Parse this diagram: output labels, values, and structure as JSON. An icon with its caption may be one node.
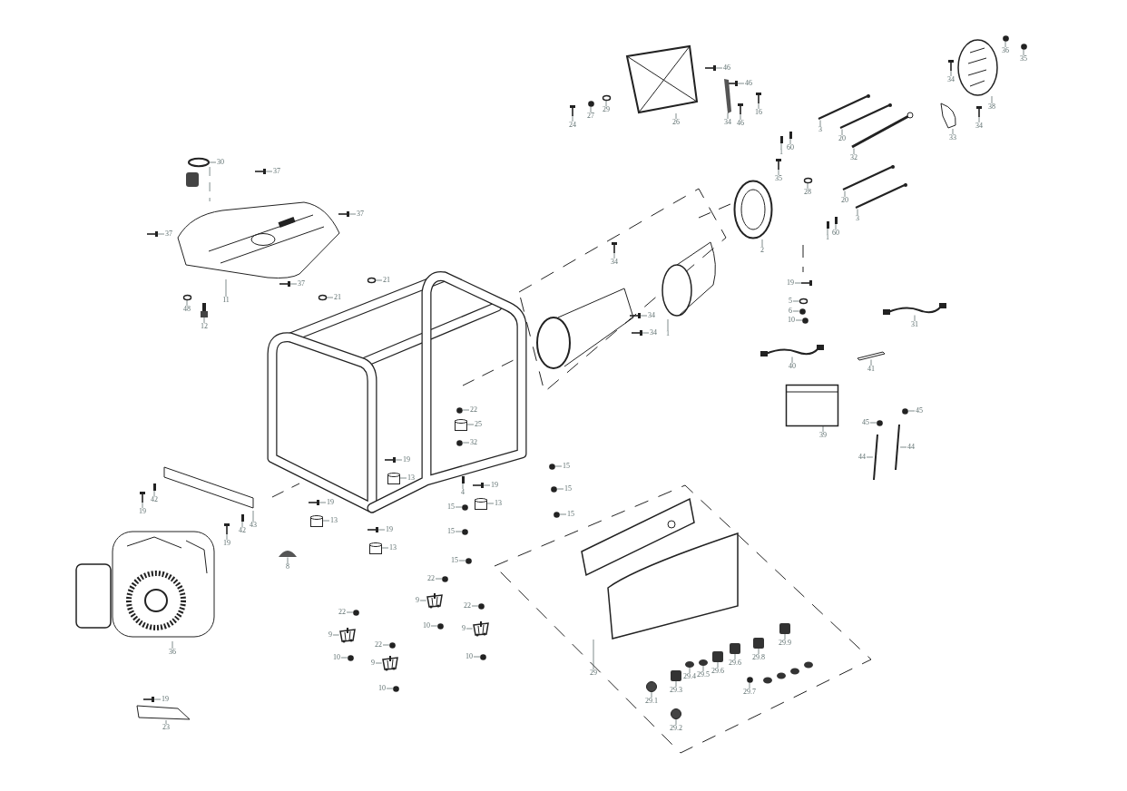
{
  "diagram": {
    "nodes": [
      {
        "text": [
          "24"
        ]
      },
      {
        "text": [
          "27"
        ]
      },
      {
        "text": [
          "29"
        ]
      },
      {
        "text": [
          "26"
        ]
      },
      {
        "text": [
          "46"
        ]
      },
      {
        "text": [
          "46"
        ]
      },
      {
        "text": [
          "34"
        ]
      },
      {
        "text": [
          "46"
        ]
      },
      {
        "text": [
          "16"
        ]
      },
      {
        "text": [
          "36"
        ]
      },
      {
        "text": [
          "35"
        ]
      },
      {
        "text": [
          "34"
        ]
      },
      {
        "text": [
          "38"
        ]
      },
      {
        "text": [
          "34"
        ]
      },
      {
        "text": [
          "33"
        ]
      },
      {
        "text": [
          "3"
        ]
      },
      {
        "text": [
          "20"
        ]
      },
      {
        "text": [
          "60"
        ]
      },
      {
        "text": [
          "1"
        ]
      },
      {
        "text": [
          "32"
        ]
      },
      {
        "text": [
          "30"
        ]
      },
      {
        "text": [
          "37"
        ]
      },
      {
        "text": [
          "35"
        ]
      },
      {
        "text": [
          "28"
        ]
      },
      {
        "text": [
          "20"
        ]
      },
      {
        "text": [
          "37"
        ]
      },
      {
        "text": [
          "3"
        ]
      },
      {
        "text": [
          "60"
        ]
      },
      {
        "text": [
          "37"
        ]
      },
      {
        "text": [
          "1"
        ]
      },
      {
        "text": [
          "2"
        ]
      },
      {
        "text": [
          "34"
        ]
      },
      {
        "text": [
          "21"
        ]
      },
      {
        "text": [
          "19"
        ]
      },
      {
        "text": [
          "37"
        ]
      },
      {
        "text": [
          "21"
        ]
      },
      {
        "text": [
          "11"
        ]
      },
      {
        "text": [
          "5"
        ]
      },
      {
        "text": [
          "48"
        ]
      },
      {
        "text": [
          "6"
        ]
      },
      {
        "text": [
          "34"
        ]
      },
      {
        "text": [
          "10"
        ]
      },
      {
        "text": [
          "31"
        ]
      },
      {
        "text": [
          "12"
        ]
      },
      {
        "text": [
          "34"
        ]
      },
      {
        "text": [
          "1"
        ]
      },
      {
        "text": [
          "40"
        ]
      },
      {
        "text": [
          "41"
        ]
      },
      {
        "text": [
          "22"
        ]
      },
      {
        "text": [
          "45"
        ]
      },
      {
        "text": [
          "45"
        ]
      },
      {
        "text": [
          "25"
        ]
      },
      {
        "text": [
          "39"
        ]
      },
      {
        "text": [
          "32"
        ]
      },
      {
        "text": [
          "44"
        ]
      },
      {
        "text": [
          "44"
        ]
      },
      {
        "text": [
          "19"
        ]
      },
      {
        "text": [
          "15"
        ]
      },
      {
        "text": [
          "13"
        ]
      },
      {
        "text": [
          "19"
        ]
      },
      {
        "text": [
          "15"
        ]
      },
      {
        "text": [
          "4"
        ]
      },
      {
        "text": [
          "42"
        ]
      },
      {
        "text": [
          "19"
        ]
      },
      {
        "text": [
          "13"
        ]
      },
      {
        "text": [
          "15"
        ]
      },
      {
        "text": [
          "19"
        ]
      },
      {
        "text": [
          "15"
        ]
      },
      {
        "text": [
          "13"
        ]
      },
      {
        "text": [
          "43"
        ]
      },
      {
        "text": [
          "19"
        ]
      },
      {
        "text": [
          "42"
        ]
      },
      {
        "text": [
          "15"
        ]
      },
      {
        "text": [
          "19"
        ]
      },
      {
        "text": [
          "13"
        ]
      },
      {
        "text": [
          "15"
        ]
      },
      {
        "text": [
          "8"
        ]
      },
      {
        "text": [
          "22"
        ]
      },
      {
        "text": [
          "22"
        ]
      },
      {
        "text": [
          "22"
        ]
      },
      {
        "text": [
          "10"
        ]
      },
      {
        "text": [
          "9"
        ]
      },
      {
        "text": [
          "9"
        ]
      },
      {
        "text": [
          "9"
        ]
      },
      {
        "text": [
          "29.9"
        ]
      },
      {
        "text": [
          "22"
        ]
      },
      {
        "text": [
          "36"
        ]
      },
      {
        "text": [
          "10"
        ]
      },
      {
        "text": [
          "10"
        ]
      },
      {
        "text": [
          "29.8"
        ]
      },
      {
        "text": [
          "9"
        ]
      },
      {
        "text": [
          "29.6"
        ]
      },
      {
        "text": [
          "29.6"
        ]
      },
      {
        "text": [
          "29"
        ]
      },
      {
        "text": [
          "29.5"
        ]
      },
      {
        "text": [
          "29.4"
        ]
      },
      {
        "text": [
          "10"
        ]
      },
      {
        "text": [
          "29.3"
        ]
      },
      {
        "text": [
          "29.7"
        ]
      },
      {
        "text": [
          "19"
        ]
      },
      {
        "text": [
          "29.1"
        ]
      },
      {
        "text": [
          "23"
        ]
      },
      {
        "text": [
          "29.2"
        ]
      },
      {
        "text": [],
        "shape": "picture"
      },
      {
        "text": [],
        "shape": "circle"
      },
      {
        "text": [],
        "shape": "circle"
      },
      {
        "text": [],
        "shape": "picture"
      },
      {
        "text": [],
        "shape": "picture"
      },
      {
        "text": [],
        "shape": "picture"
      },
      {
        "text": [],
        "shape": "bar"
      },
      {
        "text": [],
        "shape": "picture"
      },
      {
        "text": [],
        "shape": "picture"
      },
      {
        "text": [],
        "shape": "circle"
      },
      {
        "text": [],
        "shape": "circle"
      },
      {
        "text": [],
        "shape": "picture"
      },
      {
        "text": [],
        "shape": "picture"
      },
      {
        "text": [],
        "shape": "picture"
      },
      {
        "text": [],
        "shape": "picture"
      },
      {
        "text": [],
        "shape": "bar"
      },
      {
        "text": [],
        "shape": "bar"
      },
      {
        "text": [],
        "shape": "bar"
      },
      {
        "text": [],
        "shape": "bar"
      },
      {
        "text": [],
        "shape": "bar"
      },
      {
        "text": [],
        "shape": "circle"
      },
      {
        "text": [],
        "shape": "picture"
      },
      {
        "text": [],
        "shape": "picture"
      },
      {
        "text": [],
        "shape": "circle"
      },
      {
        "text": [],
        "shape": "bar"
      },
      {
        "text": [],
        "shape": "picture"
      },
      {
        "text": [],
        "shape": "bar"
      },
      {
        "text": [],
        "shape": "bar"
      },
      {
        "text": [],
        "shape": "picture"
      },
      {
        "text": [],
        "shape": "bar"
      },
      {
        "text": [],
        "shape": "picture"
      },
      {
        "text": [],
        "shape": "picture"
      },
      {
        "text": [],
        "shape": "circle"
      },
      {
        "text": [],
        "shape": "picture"
      },
      {
        "text": [],
        "shape": "picture"
      },
      {
        "text": [],
        "shape": "circle"
      },
      {
        "text": [],
        "shape": "picture"
      },
      {
        "text": [],
        "shape": "circle"
      },
      {
        "text": [],
        "shape": "circle"
      },
      {
        "text": [],
        "shape": "circle"
      },
      {
        "text": [],
        "shape": "picture"
      },
      {
        "text": [],
        "shape": "circle"
      },
      {
        "text": [],
        "shape": "picture"
      },
      {
        "text": [],
        "shape": "picture"
      },
      {
        "text": [],
        "shape": "picture"
      },
      {
        "text": [],
        "shape": "picture"
      },
      {
        "text": [],
        "shape": "picture"
      },
      {
        "text": [],
        "shape": "bar"
      },
      {
        "text": [],
        "shape": "circle"
      },
      {
        "text": [],
        "shape": "circle"
      },
      {
        "text": [],
        "shape": "circle"
      },
      {
        "text": [],
        "shape": "cylinder"
      },
      {
        "text": [],
        "shape": "box"
      },
      {
        "text": [],
        "shape": "circle"
      },
      {
        "text": [],
        "shape": "bar"
      },
      {
        "text": [],
        "shape": "bar"
      },
      {
        "text": [],
        "shape": "picture"
      },
      {
        "text": [],
        "shape": "circle"
      },
      {
        "text": [],
        "shape": "cylinder"
      },
      {
        "text": [],
        "shape": "picture"
      },
      {
        "text": [],
        "shape": "circle"
      },
      {
        "text": [],
        "shape": "bar"
      },
      {
        "text": [],
        "shape": "bar"
      },
      {
        "text": [],
        "shape": "picture"
      },
      {
        "text": [],
        "shape": "cylinder"
      },
      {
        "text": [],
        "shape": "circle"
      },
      {
        "text": [],
        "shape": "picture"
      },
      {
        "text": [],
        "shape": "circle"
      },
      {
        "text": [],
        "shape": "cylinder"
      },
      {
        "text": [],
        "shape": "bar"
      },
      {
        "text": [],
        "shape": "picture"
      },
      {
        "text": [],
        "shape": "bar"
      },
      {
        "text": [],
        "shape": "circle"
      },
      {
        "text": [],
        "shape": "picture"
      },
      {
        "text": [],
        "shape": "cylinder"
      },
      {
        "text": [],
        "shape": "circle"
      },
      {
        "text": [],
        "shape": "picture"
      },
      {
        "text": [],
        "shape": "circle"
      },
      {
        "text": [],
        "shape": "circle"
      },
      {
        "text": [],
        "shape": "circle"
      },
      {
        "text": [],
        "shape": "circle"
      },
      {
        "text": [],
        "shape": "picture"
      },
      {
        "text": [],
        "shape": "picture"
      },
      {
        "text": [],
        "shape": "picture"
      },
      {
        "text": [],
        "shape": "box"
      },
      {
        "text": [],
        "shape": "circle"
      },
      {
        "text": [],
        "shape": "picture"
      },
      {
        "text": [],
        "shape": "circle"
      },
      {
        "text": [],
        "shape": "circle"
      },
      {
        "text": [],
        "shape": "box"
      },
      {
        "text": [],
        "shape": "picture"
      },
      {
        "text": [],
        "shape": "box"
      },
      {
        "text": [],
        "shape": "box"
      },
      {
        "text": [],
        "shape": "picture"
      },
      {
        "text": [],
        "shape": "circle"
      },
      {
        "text": [],
        "shape": "circle"
      },
      {
        "text": [],
        "shape": "circle"
      },
      {
        "text": [],
        "shape": "box"
      },
      {
        "text": [],
        "shape": "circle"
      },
      {
        "text": [],
        "shape": "picture"
      },
      {
        "text": [],
        "shape": "circle"
      },
      {
        "text": [],
        "shape": "picture"
      },
      {
        "text": [],
        "shape": "circle"
      }
    ],
    "edges": [
      {
        "from": 0,
        "to": 103,
        "arrow": "none"
      },
      {
        "from": 1,
        "to": 104,
        "arrow": "none"
      },
      {
        "from": 2,
        "to": 105,
        "arrow": "none"
      },
      {
        "from": 3,
        "to": 106,
        "arrow": "none"
      },
      {
        "from": 4,
        "to": 107,
        "arrow": "none"
      },
      {
        "from": 5,
        "to": 108,
        "arrow": "none"
      },
      {
        "from": 6,
        "to": 109,
        "arrow": "none"
      },
      {
        "from": 7,
        "to": 110,
        "arrow": "none"
      },
      {
        "from": 8,
        "to": 111,
        "arrow": "none"
      },
      {
        "from": 9,
        "to": 112,
        "arrow": "none"
      },
      {
        "from": 10,
        "to": 113,
        "arrow": "none"
      },
      {
        "from": 11,
        "to": 114,
        "arrow": "none"
      },
      {
        "from": 12,
        "to": 115,
        "arrow": "none"
      },
      {
        "from": 13,
        "to": 116,
        "arrow": "none"
      },
      {
        "from": 14,
        "to": 117,
        "arrow": "none"
      },
      {
        "from": 15,
        "to": 118,
        "arrow": "none"
      },
      {
        "from": 16,
        "to": 119,
        "arrow": "none"
      },
      {
        "from": 17,
        "to": 120,
        "arrow": "none"
      },
      {
        "from": 18,
        "to": 121,
        "arrow": "none"
      },
      {
        "from": 19,
        "to": 122,
        "arrow": "none"
      },
      {
        "from": 20,
        "to": 123,
        "arrow": "none"
      },
      {
        "from": 21,
        "to": 124,
        "arrow": "none"
      },
      {
        "from": 22,
        "to": 125,
        "arrow": "none"
      },
      {
        "from": 23,
        "to": 126,
        "arrow": "none"
      },
      {
        "from": 24,
        "to": 127,
        "arrow": "none"
      },
      {
        "from": 25,
        "to": 128,
        "arrow": "none"
      },
      {
        "from": 26,
        "to": 129,
        "arrow": "none"
      },
      {
        "from": 27,
        "to": 130,
        "arrow": "none"
      },
      {
        "from": 28,
        "to": 131,
        "arrow": "none"
      },
      {
        "from": 29,
        "to": 132,
        "arrow": "none"
      },
      {
        "from": 30,
        "to": 133,
        "arrow": "none"
      },
      {
        "from": 31,
        "to": 134,
        "arrow": "none"
      },
      {
        "from": 32,
        "to": 135,
        "arrow": "none"
      },
      {
        "from": 33,
        "to": 136,
        "arrow": "none"
      },
      {
        "from": 34,
        "to": 137,
        "arrow": "none"
      },
      {
        "from": 35,
        "to": 138,
        "arrow": "none"
      },
      {
        "from": 36,
        "to": 139,
        "arrow": "none"
      },
      {
        "from": 37,
        "to": 140,
        "arrow": "none"
      },
      {
        "from": 38,
        "to": 141,
        "arrow": "none"
      },
      {
        "from": 39,
        "to": 142,
        "arrow": "none"
      },
      {
        "from": 40,
        "to": 143,
        "arrow": "none"
      },
      {
        "from": 41,
        "to": 144,
        "arrow": "none"
      },
      {
        "from": 42,
        "to": 145,
        "arrow": "none"
      },
      {
        "from": 43,
        "to": 146,
        "arrow": "none"
      },
      {
        "from": 44,
        "to": 147,
        "arrow": "none"
      },
      {
        "from": 45,
        "to": 148,
        "arrow": "none"
      },
      {
        "from": 46,
        "to": 149,
        "arrow": "none"
      },
      {
        "from": 47,
        "to": 150,
        "arrow": "none"
      },
      {
        "from": 48,
        "to": 151,
        "arrow": "none"
      },
      {
        "from": 49,
        "to": 152,
        "arrow": "none"
      },
      {
        "from": 50,
        "to": 153,
        "arrow": "none"
      },
      {
        "from": 51,
        "to": 154,
        "arrow": "none"
      },
      {
        "from": 52,
        "to": 155,
        "arrow": "none"
      },
      {
        "from": 53,
        "to": 156,
        "arrow": "none"
      },
      {
        "from": 54,
        "to": 157,
        "arrow": "none"
      },
      {
        "from": 55,
        "to": 158,
        "arrow": "none"
      },
      {
        "from": 56,
        "to": 159,
        "arrow": "none"
      },
      {
        "from": 57,
        "to": 160,
        "arrow": "none"
      },
      {
        "from": 58,
        "to": 161,
        "arrow": "none"
      },
      {
        "from": 59,
        "to": 162,
        "arrow": "none"
      },
      {
        "from": 60,
        "to": 163,
        "arrow": "none"
      },
      {
        "from": 61,
        "to": 164,
        "arrow": "none"
      },
      {
        "from": 62,
        "to": 165,
        "arrow": "none"
      },
      {
        "from": 63,
        "to": 166,
        "arrow": "none"
      },
      {
        "from": 64,
        "to": 167,
        "arrow": "none"
      },
      {
        "from": 65,
        "to": 168,
        "arrow": "none"
      },
      {
        "from": 66,
        "to": 169,
        "arrow": "none"
      },
      {
        "from": 67,
        "to": 170,
        "arrow": "none"
      },
      {
        "from": 68,
        "to": 171,
        "arrow": "none"
      },
      {
        "from": 69,
        "to": 172,
        "arrow": "none"
      },
      {
        "from": 70,
        "to": 173,
        "arrow": "none"
      },
      {
        "from": 71,
        "to": 174,
        "arrow": "none"
      },
      {
        "from": 72,
        "to": 175,
        "arrow": "none"
      },
      {
        "from": 73,
        "to": 176,
        "arrow": "none"
      },
      {
        "from": 74,
        "to": 177,
        "arrow": "none"
      },
      {
        "from": 75,
        "to": 178,
        "arrow": "none"
      },
      {
        "from": 76,
        "to": 179,
        "arrow": "none"
      },
      {
        "from": 77,
        "to": 180,
        "arrow": "none"
      },
      {
        "from": 78,
        "to": 181,
        "arrow": "none"
      },
      {
        "from": 79,
        "to": 182,
        "arrow": "none"
      },
      {
        "from": 80,
        "to": 183,
        "arrow": "none"
      },
      {
        "from": 81,
        "to": 184,
        "arrow": "none"
      },
      {
        "from": 82,
        "to": 185,
        "arrow": "none"
      },
      {
        "from": 83,
        "to": 186,
        "arrow": "none"
      },
      {
        "from": 84,
        "to": 187,
        "arrow": "none"
      },
      {
        "from": 85,
        "to": 188,
        "arrow": "none"
      },
      {
        "from": 86,
        "to": 189,
        "arrow": "none"
      },
      {
        "from": 87,
        "to": 190,
        "arrow": "none"
      },
      {
        "from": 88,
        "to": 191,
        "arrow": "none"
      },
      {
        "from": 89,
        "to": 192,
        "arrow": "none"
      },
      {
        "from": 90,
        "to": 193,
        "arrow": "none"
      },
      {
        "from": 91,
        "to": 194,
        "arrow": "none"
      },
      {
        "from": 92,
        "to": 195,
        "arrow": "none"
      },
      {
        "from": 93,
        "to": 196,
        "arrow": "none"
      },
      {
        "from": 94,
        "to": 197,
        "arrow": "none"
      },
      {
        "from": 95,
        "to": 198,
        "arrow": "none"
      },
      {
        "from": 96,
        "to": 199,
        "arrow": "none"
      },
      {
        "from": 97,
        "to": 200,
        "arrow": "none"
      },
      {
        "from": 98,
        "to": 201,
        "arrow": "none"
      },
      {
        "from": 99,
        "to": 202,
        "arrow": "none"
      },
      {
        "from": 100,
        "to": 203,
        "arrow": "none"
      },
      {
        "from": 101,
        "to": 204,
        "arrow": "none"
      },
      {
        "from": 102,
        "to": 205,
        "arrow": "none"
      },
      {
        "from": 123,
        "to": 139,
        "arrow": "none",
        "style": "dashed"
      }
    ]
  }
}
